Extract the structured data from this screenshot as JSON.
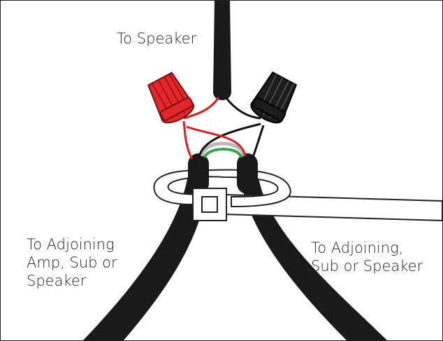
{
  "labels": {
    "top": "To Speaker",
    "left": [
      "To Adjoining",
      "Amp, Sub or",
      "Speaker"
    ],
    "right": [
      "To Adjoining,",
      "Sub or Speaker"
    ]
  },
  "colors": {
    "cable": "#1a1a1a",
    "red_wire": "#e01b1b",
    "black_wire": "#111111",
    "gray_wire": "#b9b9b9",
    "green_wire": "#3aa64b",
    "outline": "#222222",
    "connector_red": "#e2262a",
    "connector_black": "#1c1c1c"
  },
  "icons": [
    "red-wire-nut-icon",
    "black-wire-nut-icon",
    "cable-tie-icon"
  ]
}
